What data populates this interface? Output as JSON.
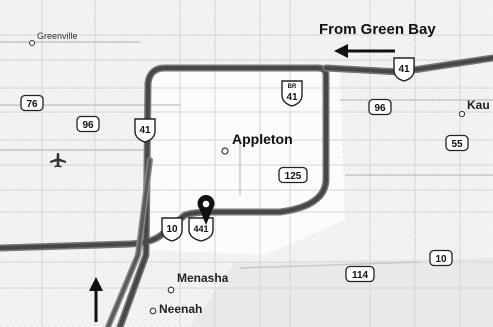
{
  "map": {
    "cities": [
      {
        "name": "Greenville"
      },
      {
        "name": "Appleton"
      },
      {
        "name": "Menasha"
      },
      {
        "name": "Neenah"
      },
      {
        "name": "Kau"
      }
    ],
    "routes": {
      "us_41_a": "41",
      "us_41_b": "41",
      "us_41_business": "41",
      "us_41_business_prefix": "BR",
      "us_10": "10",
      "us_441": "441",
      "state_76": "76",
      "state_96_a": "96",
      "state_96_b": "96",
      "state_55": "55",
      "state_125": "125",
      "state_114": "114",
      "state_10_a": "10",
      "state_10_b": "10"
    },
    "directions": {
      "from_green_bay": "From Green Bay"
    },
    "icons": [
      "airport-icon",
      "location-pin-icon",
      "arrow-left-icon",
      "arrow-up-icon"
    ],
    "colors": {
      "background": "#ffffff",
      "street": "#d6d6d6",
      "highlight_route": "#474747",
      "road_casing": "#777777",
      "water": "#e9e9e9"
    }
  }
}
